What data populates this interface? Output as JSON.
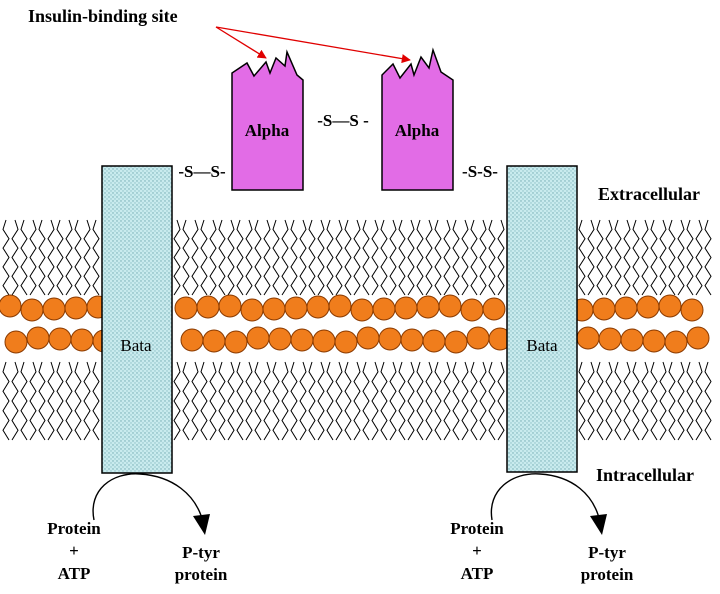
{
  "labels": {
    "insulin_site": "Insulin-binding site",
    "alpha_left": "Alpha",
    "alpha_right": "Alpha",
    "ss_between": "-S—S -",
    "ss_left": "-S—S-",
    "ss_right": "-S-S-",
    "beta_left": "Bata",
    "beta_right": "Bata",
    "extracellular": "Extracellular",
    "intracellular": "Intracellular",
    "left_reactant_line1": "Protein",
    "left_reactant_line2": "+",
    "left_reactant_line3": "ATP",
    "left_product_line1": "P-tyr",
    "left_product_line2": "protein",
    "right_reactant_line1": "Protein",
    "right_reactant_line2": "+",
    "right_reactant_line3": "ATP",
    "right_product_line1": "P-tyr",
    "right_product_line2": "protein"
  },
  "colors": {
    "alpha_fill": "#e26ce6",
    "beta_fill": "#bfe3e6",
    "lipid_head": "#f07d1c",
    "lipid_head_stroke": "#8a3a00",
    "arrow_red": "#e00000",
    "ink": "#000000"
  }
}
